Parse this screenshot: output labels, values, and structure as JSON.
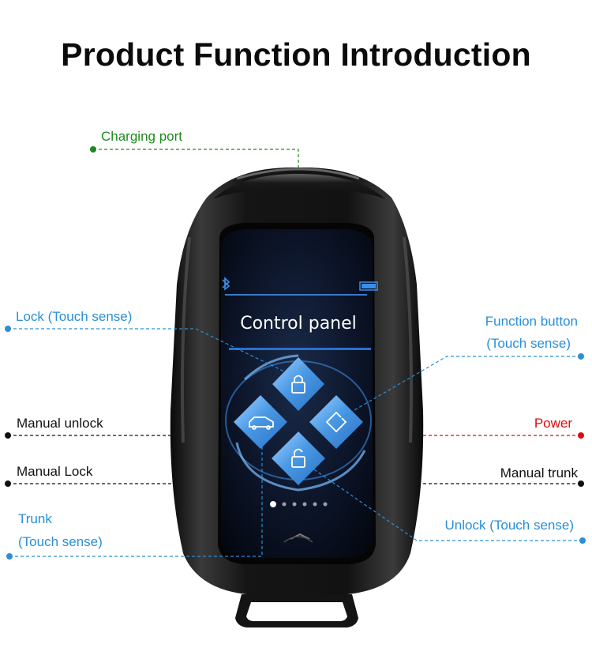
{
  "title": "Product Function Introduction",
  "device": {
    "screen_title": "Control panel"
  },
  "labels": {
    "charging_port": "Charging port",
    "lock": "Lock (Touch sense)",
    "function_button_line1": "Function button",
    "function_button_line2": "(Touch sense)",
    "manual_unlock": "Manual unlock",
    "power": "Power",
    "manual_lock": "Manual Lock",
    "manual_trunk": "Manual trunk",
    "trunk_line1": "Trunk",
    "trunk_line2": "(Touch sense)",
    "unlock": "Unlock (Touch sense)"
  },
  "colors": {
    "blue": "#2a8fd6",
    "green": "#1e8a1e",
    "black": "#111111",
    "red": "#e10b0b"
  },
  "icons": [
    "bluetooth-icon",
    "battery-icon",
    "lock-icon",
    "unlock-icon",
    "car-trunk-icon",
    "diamond-icon",
    "back-icon"
  ]
}
